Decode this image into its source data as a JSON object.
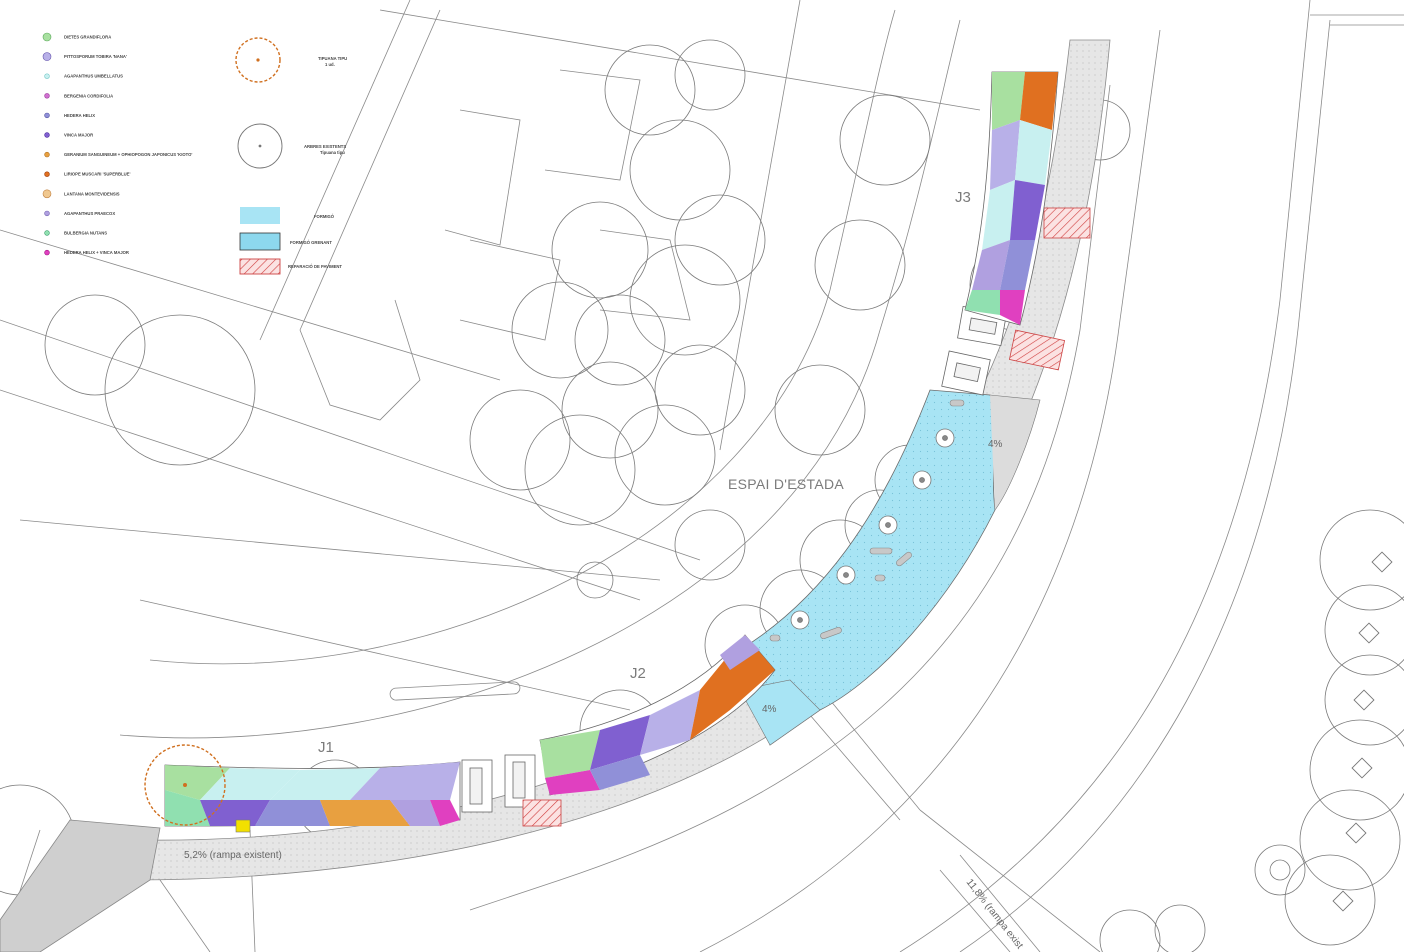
{
  "legend": {
    "plants": [
      {
        "label": "DIETES GRANDIFLORA",
        "color": "#a8e0a0",
        "stroke": "#5aa85a"
      },
      {
        "label": "PITTOSPORUM TOBIRA 'NANA'",
        "color": "#b8b0e8",
        "stroke": "#6a5ab0"
      },
      {
        "label": "AGAPANTHUS UMBELLATUS",
        "color": "#c8f0f0",
        "stroke": "#7ac8c8"
      },
      {
        "label": "BERGENIA CORDIFOLIA",
        "color": "#d070d0",
        "stroke": "#a040a0"
      },
      {
        "label": "HEDERA HELIX",
        "color": "#9090d8",
        "stroke": "#5050a0"
      },
      {
        "label": "VINCA MAJOR",
        "color": "#8060d0",
        "stroke": "#5030a0"
      },
      {
        "label": "GERANIUM SANGUINEUM + OPHIOPOGON JAPONICUS 'KIOTO'",
        "color": "#e8a040",
        "stroke": "#b07020"
      },
      {
        "label": "LIRIOPE MUSCARI 'SUPERBLUE'",
        "color": "#e07020",
        "stroke": "#a04010"
      },
      {
        "label": "LANTANA MONTEVIDENSIS",
        "color": "#f0c890",
        "stroke": "#c08040"
      },
      {
        "label": "AGAPANTHUS PRAECOX",
        "color": "#b0a0e0",
        "stroke": "#7060b0"
      },
      {
        "label": "BULBERGIA NUTANS",
        "color": "#90e0b0",
        "stroke": "#40a070"
      },
      {
        "label": "HEDERA HELIX + VINCA MAJOR",
        "color": "#e040c0",
        "stroke": "#a01080"
      }
    ],
    "tree_tipuana": {
      "label": "TIPUANA TIPU",
      "sublabel": "1 ud."
    },
    "tree_existing": {
      "label": "ARBRES EXISTENTS",
      "sublabel": "Tipuana tipu"
    },
    "formigo": {
      "label": "FORMIGÓ",
      "color": "#a8e4f4"
    },
    "formigo_granallat": {
      "label": "FORMIGÓ GRENANT",
      "color": "#8dd8ee"
    },
    "reparacio": {
      "label": "REPARACIÓ DE PAVIMENT",
      "color": "#e05050"
    }
  },
  "zones": {
    "j1": "J1",
    "j2": "J2",
    "j3": "J3",
    "espai": "ESPAI D'ESTADA"
  },
  "slopes": {
    "rampa_existent": "5,2% (rampa existent)",
    "slope_j2": "4%",
    "slope_j3": "4%",
    "rampa_right": "11,8% (rampa exist"
  },
  "colors": {
    "linework": "#777777",
    "paving": "#dcdcdc",
    "concrete": "#a8e4f4",
    "repair": "#e07070"
  }
}
